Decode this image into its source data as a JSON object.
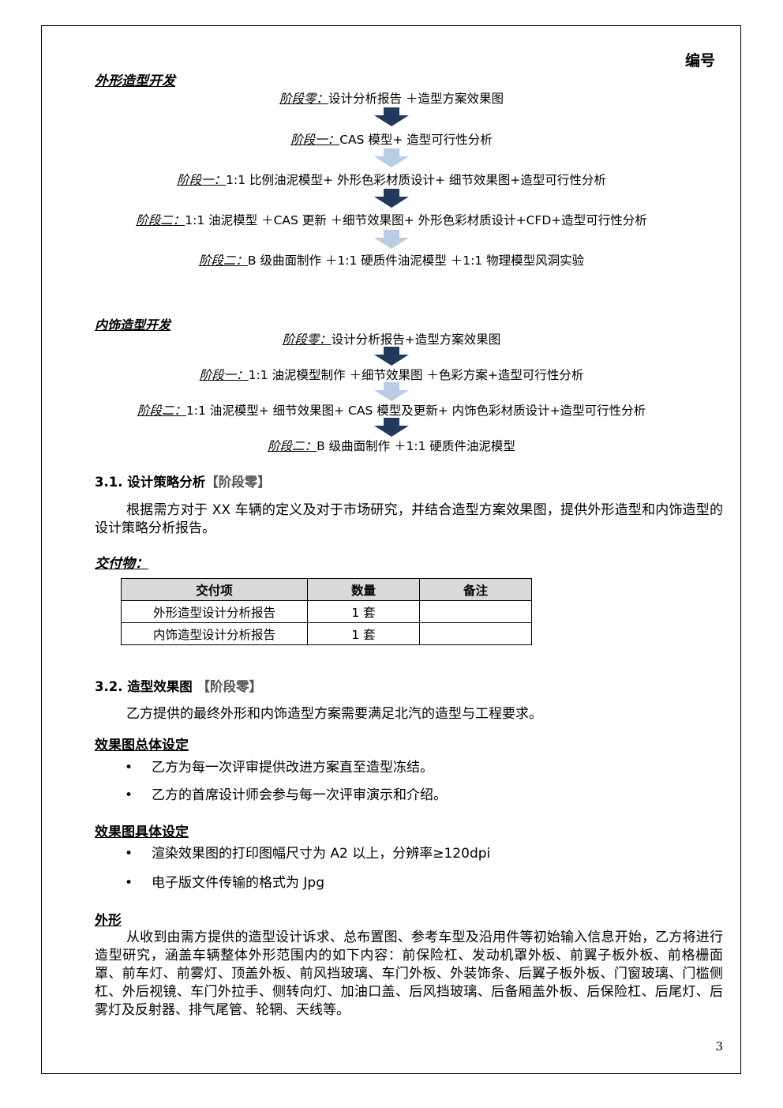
{
  "header": {
    "doc_number_label": "编号"
  },
  "exterior": {
    "title": "外形造型开发",
    "stages": [
      {
        "label": "阶段零：",
        "text": "设计分析报告 ＋造型方案效果图"
      },
      {
        "label": "阶段一：",
        "text": "CAS 模型+ 造型可行性分析"
      },
      {
        "label": "阶段一：",
        "text": "1:1 比例油泥模型+ 外形色彩材质设计+ 细节效果图+造型可行性分析"
      },
      {
        "label": "阶段二：",
        "text": "1:1 油泥模型 ＋CAS 更新 ＋细节效果图+ 外形色彩材质设计+CFD+造型可行性分析"
      },
      {
        "label": "阶段二：",
        "text": "B 级曲面制作 ＋1:1 硬质件油泥模型 ＋1:1 物理模型风洞实验"
      }
    ]
  },
  "interior": {
    "title": "内饰造型开发",
    "stages": [
      {
        "label": "阶段零：",
        "text": "设计分析报告+造型方案效果图"
      },
      {
        "label": "阶段一：",
        "text": "1:1 油泥模型制作 ＋细节效果图 ＋色彩方案+造型可行性分析"
      },
      {
        "label": "阶段二：",
        "text": "1:1 油泥模型+ 细节效果图+ CAS 模型及更新+ 内饰色彩材质设计+造型可行性分析"
      },
      {
        "label": "阶段二：",
        "text": "B 级曲面制作 ＋1:1 硬质件油泥模型"
      }
    ]
  },
  "section_3_1": {
    "title": "3.1. 设计策略分析",
    "tag": "【阶段零】",
    "body": "根据需方对于 XX 车辆的定义及对于市场研究，并结合造型方案效果图，提供外形造型和内饰造型的设计策略分析报告。"
  },
  "deliverables": {
    "title": "交付物：",
    "headers": [
      "交付项",
      "数量",
      "备注"
    ],
    "rows": [
      [
        "外形造型设计分析报告",
        "1 套",
        ""
      ],
      [
        "内饰造型设计分析报告",
        "1 套",
        ""
      ]
    ]
  },
  "section_3_2": {
    "title": "3.2. 造型效果图",
    "tag": "【阶段零】",
    "body": "乙方提供的最终外形和内饰造型方案需要满足北汽的造型与工程要求。"
  },
  "overall_settings": {
    "title": "效果图总体设定",
    "bullets": [
      "乙方为每一次评审提供改进方案直至造型冻结。",
      "乙方的首席设计师会参与每一次评审演示和介绍。"
    ]
  },
  "specific_settings": {
    "title": "效果图具体设定",
    "bullets": [
      "渲染效果图的打印图幅尺寸为 A2 以上，分辨率≥120dpi",
      "电子版文件传输的格式为 Jpg"
    ]
  },
  "exterior_scope": {
    "title": "外形",
    "body": "从收到由需方提供的造型设计诉求、总布置图、参考车型及沿用件等初始输入信息开始，乙方将进行造型研究，涵盖车辆整体外形范围内的如下内容：前保险杠、发动机罩外板、前翼子板外板、前格栅面罩、前车灯、前雾灯、顶盖外板、前风挡玻璃、车门外板、外装饰条、后翼子板外板、门窗玻璃、门槛侧杠、外后视镜、车门外拉手、侧转向灯、加油口盖、后风挡玻璃、后备厢盖外板、后保险杠、后尾灯、后雾灯及反射器、排气尾管、轮辋、天线等。"
  },
  "footer": {
    "page_number": "3"
  },
  "colors": {
    "arrow_dark": "#223a5e",
    "arrow_light": "#b8cce4",
    "table_header": "#d9d9d9"
  }
}
